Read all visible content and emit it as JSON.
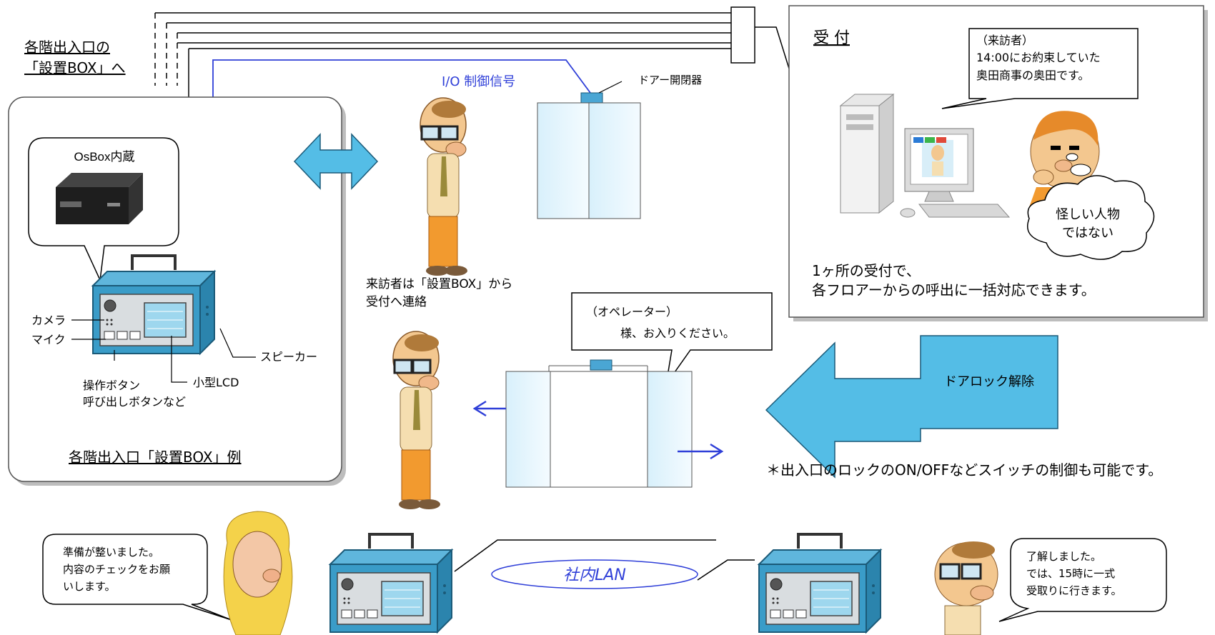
{
  "floor_link": {
    "line1": "各階出入口の",
    "line2": "「設置BOX」へ"
  },
  "box_panel": {
    "caption": "各階出入口「設置BOX」例",
    "bubble": "OsBox内蔵",
    "labels": {
      "camera": "カメラ",
      "mic": "マイク",
      "buttons_1": "操作ボタン",
      "buttons_2": "呼び出しボタンなど",
      "lcd": "小型LCD",
      "speaker": "スピーカー"
    }
  },
  "io_signal": "I/O 制御信号",
  "door_opener": "ドアー開閉器",
  "visitor_note": {
    "line1": "来訪者は「設置BOX」から",
    "line2": "受付へ連絡"
  },
  "reception": {
    "title": "受 付",
    "visitor_bubble": {
      "line1": "（来訪者）",
      "line2": "14:00にお約束していた",
      "line3": "奥田商事の奥田です。"
    },
    "thought": {
      "line1": "怪しい人物",
      "line2": "ではない"
    },
    "caption": {
      "line1": "1ヶ所の受付で、",
      "line2": "各フロアーからの呼出に一括対応できます。"
    }
  },
  "operator_bubble": {
    "line1": "（オペレーター）",
    "line2": "様、お入りください。"
  },
  "unlock_label": "ドアロック解除",
  "switch_note": "＊出入口のロックのON/OFFなどスイッチの制御も可能です。",
  "lan": {
    "label": "社内LAN",
    "left_bubble": {
      "line1": "準備が整いました。",
      "line2": "内容のチェックをお願",
      "line3": "いします。"
    },
    "right_bubble": {
      "line1": "了解しました。",
      "line2": "では、15時に一式",
      "line3": "受取りに行きます。"
    }
  },
  "colors": {
    "accent_blue": "#2f3fd8",
    "box_blue": "#3a9cc8",
    "arrow_blue": "#54bde6",
    "door_glass": "#e6f6fd",
    "shadow": "#bdbdbd"
  }
}
